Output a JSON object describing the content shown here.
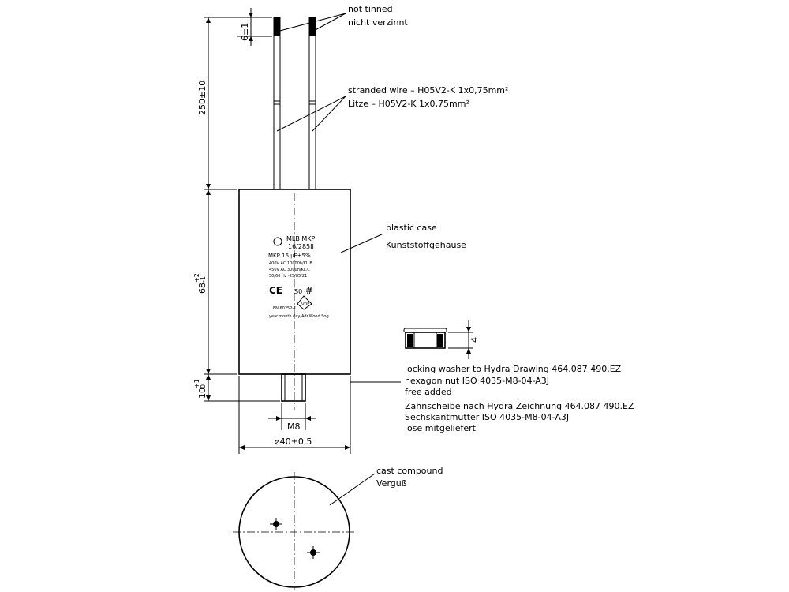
{
  "labels": {
    "wire_end_en": "not tinned",
    "wire_end_de": "nicht verzinnt",
    "wire_en": "stranded wire – H05V2-K 1x0,75mm²",
    "wire_de": "Litze – H05V2-K 1x0,75mm²",
    "case_en": "plastic case",
    "case_de": "Kunststoffgehäuse",
    "hardware_en_1": "locking washer to Hydra Drawing 464.087 490.EZ",
    "hardware_en_2": "hexagon nut ISO 4035-M8-04-A3J",
    "hardware_en_3": "free added",
    "hardware_de_1": "Zahnscheibe nach Hydra Zeichnung 464.087 490.EZ",
    "hardware_de_2": "Sechskantmutter ISO 4035-M8-04-A3J",
    "hardware_de_3": "lose mitgeliefert",
    "compound_en": "cast compound",
    "compound_de": "Verguß"
  },
  "dimensions": {
    "strip": "6±1",
    "lead": "250±10",
    "body": "68",
    "body_tol_up": "+2",
    "body_tol_dn": "-1",
    "stud": "10",
    "stud_tol_up": "+1",
    "stud_tol_dn": "0",
    "thread": "M8",
    "diameter": "⌀40±0,5",
    "nut_height": "4"
  },
  "print": {
    "line1": "MLB MKP",
    "line2": "16/285II",
    "line3": "MKP 16 µF±5%",
    "line4": "400V AC 10000h/KL.B",
    "line5": "450V AC 3000h/KL.C",
    "line6": "50/60 Hz -25/85/21",
    "ce": "CE",
    "standard": "EN 60252-1",
    "footer": "year.month.day/Adr.Wood.Sog"
  }
}
